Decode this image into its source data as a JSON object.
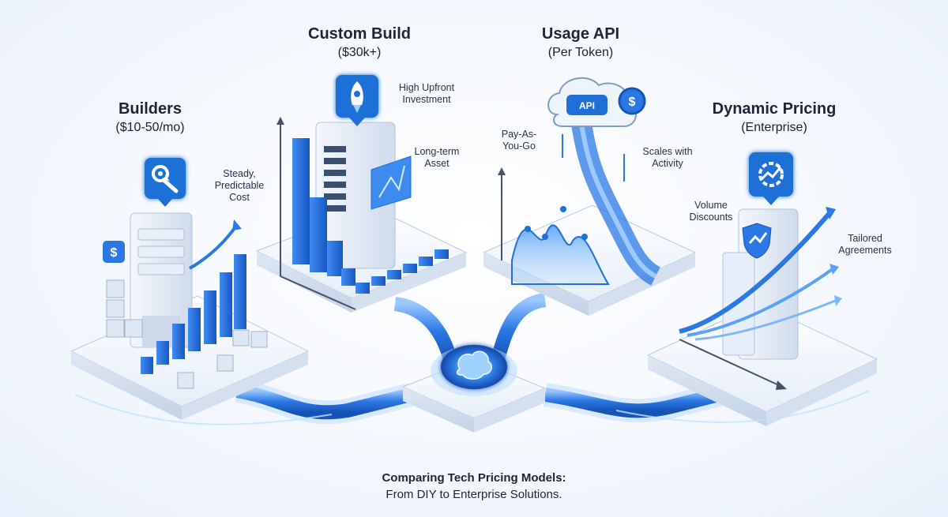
{
  "models": {
    "builders": {
      "title": "Builders",
      "price": "($10-50/mo)",
      "note_1": "Steady,",
      "note_2": "Predictable",
      "note_3": "Cost"
    },
    "custom": {
      "title": "Custom Build",
      "price": "($30k+)",
      "note_a1": "High Upfront",
      "note_a2": "Investment",
      "note_b1": "Long-term",
      "note_b2": "Asset"
    },
    "usage": {
      "title": "Usage API",
      "price": "(Per Token)",
      "note_a1": "Pay-As-",
      "note_a2": "You-Go",
      "note_b1": "Scales with",
      "note_b2": "Activity",
      "cloud_label": "API"
    },
    "dynamic": {
      "title": "Dynamic Pricing",
      "price": "(Enterprise)",
      "note_a1": "Volume",
      "note_a2": "Discounts",
      "note_b1": "Tailored",
      "note_b2": "Agreements"
    }
  },
  "caption": {
    "line1": "Comparing Tech Pricing Models:",
    "line2": "From DIY to Enterprise Solutions."
  },
  "colors": {
    "primary": "#1f6fd6",
    "light": "#6fb1ff",
    "glow": "#8fd0ff",
    "dark": "#1d2533"
  },
  "icons": [
    "gear-wrench-icon",
    "rocket-icon",
    "cloud-api-icon",
    "gear-trend-icon",
    "brain-icon",
    "dollar-icon",
    "shield-icon"
  ]
}
